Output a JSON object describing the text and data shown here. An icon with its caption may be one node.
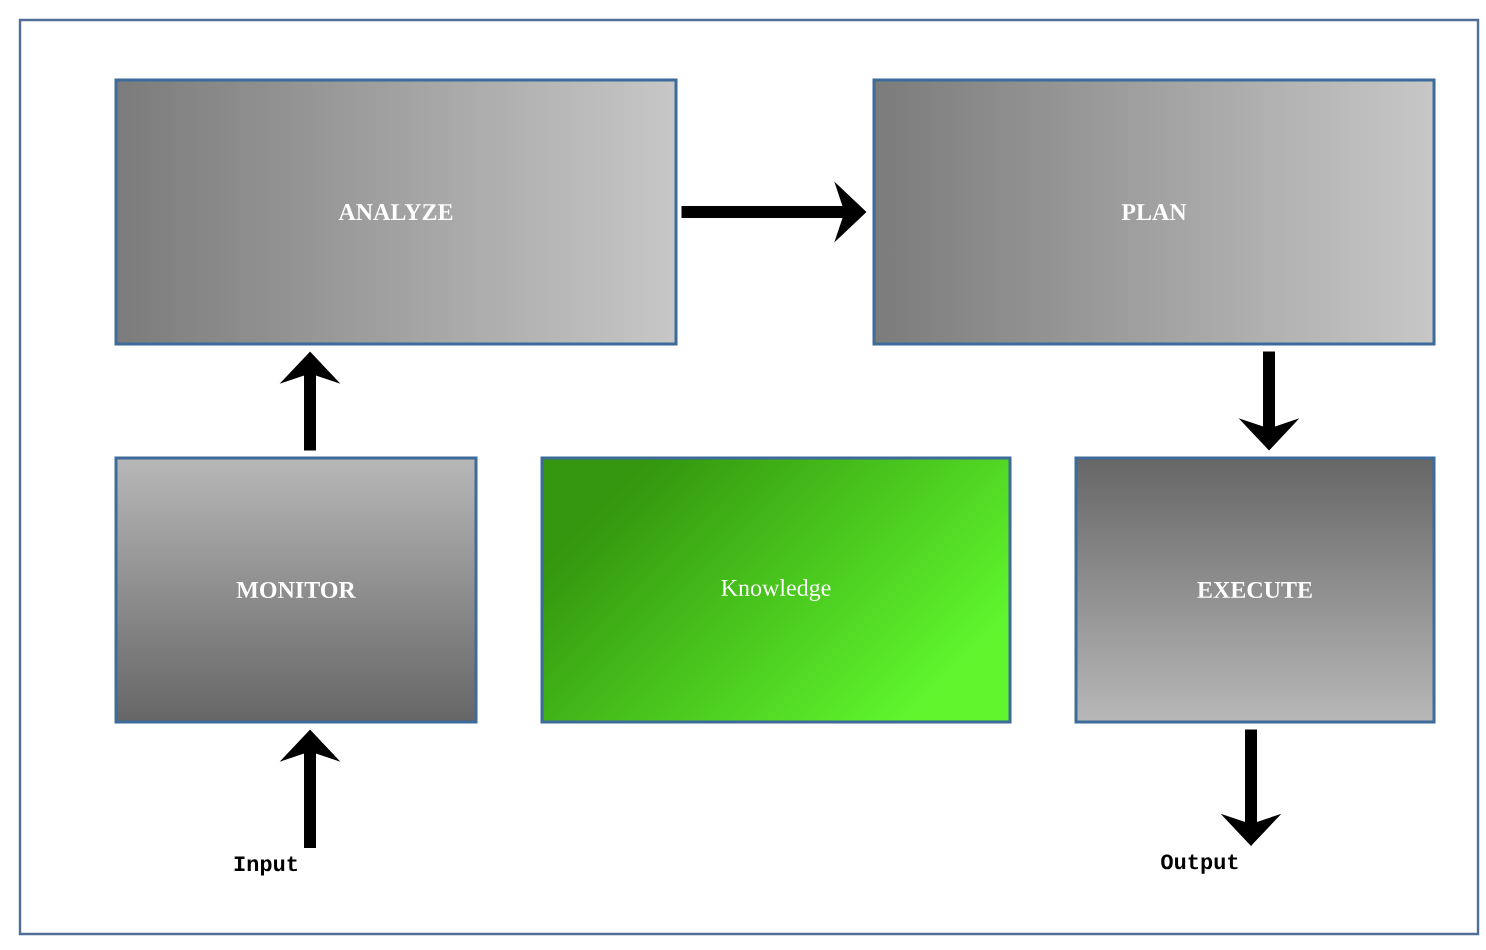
{
  "diagram": {
    "nodes": [
      {
        "text": [
          "ANALYZE"
        ]
      },
      {
        "text": [
          "PLAN"
        ]
      },
      {
        "text": [
          "MONITOR"
        ]
      },
      {
        "text": [
          "Knowledge"
        ]
      },
      {
        "text": [
          "EXECUTE"
        ]
      },
      {
        "text": [
          "Input"
        ]
      },
      {
        "text": [
          "Output"
        ]
      }
    ],
    "edges": [
      {
        "from": 0,
        "to": 1,
        "arrow": "to"
      },
      {
        "from": 2,
        "to": 0,
        "arrow": "to"
      },
      {
        "from": 1,
        "to": 4,
        "arrow": "to"
      },
      {
        "from": 5,
        "to": 2,
        "arrow": "to"
      },
      {
        "from": 4,
        "to": 6,
        "arrow": "to"
      }
    ]
  }
}
